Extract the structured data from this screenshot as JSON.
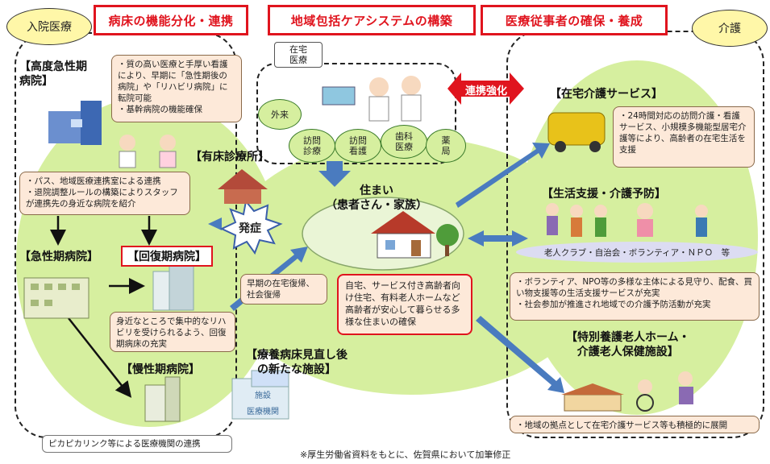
{
  "top_labels": {
    "inpatient": "入院医療",
    "care": "介護"
  },
  "banners": {
    "banner1": "病床の機能分化・連携",
    "banner2": "地域包括ケアシステムの構築",
    "banner3": "医療従事者の確保・養成"
  },
  "left": {
    "acute_advanced_title": "【高度急性期\n病院】",
    "acute_advanced_note": "・質の高い医療と手厚い看護により、早期に「急性期後の病院」や「リハビリ病院」に転院可能\n・基幹病院の機能確保",
    "coordination_note": "・パス、地域医療連携室による連携\n・退院調整ルールの構築によりスタッフが連携先の身近な病院を紹介",
    "acute_title": "【急性期病院】",
    "recovery_title": "【回復期病院】",
    "recovery_note": "身近なところで集中的なリハビリを受けられるよう、回復期病床の充実",
    "chronic_title": "【慢性期病院】",
    "bottom_note": "ピカピカリンク等による医療機関の連携"
  },
  "center": {
    "home_medical_label": "在宅\n医療",
    "services": [
      "外来",
      "訪問\n診療",
      "訪問\n看護",
      "歯科\n医療",
      "薬\n局"
    ],
    "clinic_title": "【有床診療所】",
    "onset": "発症",
    "residence_title": "住まい\n（患者さん・家族）",
    "early_return_note": "早期の在宅復帰、社会復帰",
    "residence_note": "自宅、サービス付き高齢者向け住宅、有料老人ホームなど高齢者が安心して暮らせる多様な住まいの確保",
    "new_facility_title": "【療養病床見直し後\nの新たな施設】",
    "facility_signs": [
      "施設",
      "医療機関"
    ]
  },
  "right": {
    "coop": "連携強化",
    "home_care_title": "【在宅介護サービス】",
    "home_care_note": "・24時間対応の訪問介護・看護サービス、小規模多機能型居宅介護等により、高齢者の在宅生活を支援",
    "life_support_title": "【生活支援・介護予防】",
    "groups_label": "老人クラブ・自治会・ボランティア・ＮＰＯ　等",
    "life_support_note": "・ボランティア、NPO等の多様な主体による見守り、配食、買い物支援等の生活支援サービスが充実\n・社会参加が推進され地域での介護予防活動が充実",
    "nursing_title": "【特別養護老人ホーム・\n介護老人保健施設】",
    "nursing_note": "・地域の拠点として在宅介護サービス等も積極的に展開"
  },
  "footer": "※厚生労働省資料をもとに、佐賀県において加筆修正",
  "colors": {
    "red": "#e0141e",
    "green_fill": "#d6ef9f",
    "note_fill": "#fde9d9",
    "arrow_blue": "#4a7bbf",
    "label_yellow": "#fff7a8"
  }
}
